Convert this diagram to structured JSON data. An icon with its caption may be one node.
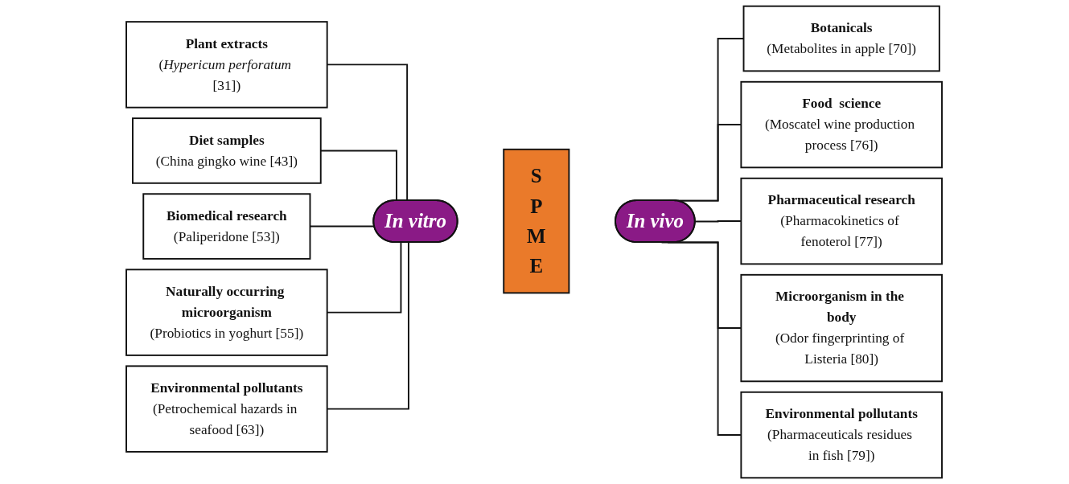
{
  "diagram": {
    "nodes": [
      {
        "text": [
          "Plant extracts",
          "(*Hypericum perforatum* [31])"
        ]
      },
      {
        "text": [
          "Diet samples",
          "(China gingko wine [43])"
        ]
      },
      {
        "text": [
          "Biomedical research",
          "(Paliperidone [53])"
        ]
      },
      {
        "text": [
          "Naturally occurring microorganism",
          "(Probiotics in yoghurt [55])"
        ]
      },
      {
        "text": [
          "Environmental pollutants",
          "(Petrochemical hazards in seafood [63])"
        ]
      },
      {
        "text": [
          "In vitro"
        ]
      },
      {
        "text": [
          "SPME"
        ]
      },
      {
        "text": [
          "In vivo"
        ]
      },
      {
        "text": [
          "Botanicals",
          "(Metabolites in apple [70])"
        ]
      },
      {
        "text": [
          "Food  science",
          "(Moscatel wine production process [76])"
        ]
      },
      {
        "text": [
          "Pharmaceutical research",
          "(Pharmacokinetics of fenoterol [77])"
        ]
      },
      {
        "text": [
          "Microorganism in the body",
          "(Odor fingerprinting of Listeria [80])"
        ]
      },
      {
        "text": [
          "Environmental pollutants",
          "(Pharmaceuticals residues in fish [79])"
        ]
      }
    ],
    "edges": [
      {
        "from": 0,
        "to": 5,
        "arrow": "none"
      },
      {
        "from": 1,
        "to": 5,
        "arrow": "none"
      },
      {
        "from": 2,
        "to": 5,
        "arrow": "none"
      },
      {
        "from": 3,
        "to": 5,
        "arrow": "none"
      },
      {
        "from": 4,
        "to": 5,
        "arrow": "none"
      },
      {
        "from": 7,
        "to": 8,
        "arrow": "none"
      },
      {
        "from": 7,
        "to": 9,
        "arrow": "none"
      },
      {
        "from": 7,
        "to": 10,
        "arrow": "none"
      },
      {
        "from": 7,
        "to": 11,
        "arrow": "none"
      },
      {
        "from": 7,
        "to": 12,
        "arrow": "none"
      }
    ]
  }
}
